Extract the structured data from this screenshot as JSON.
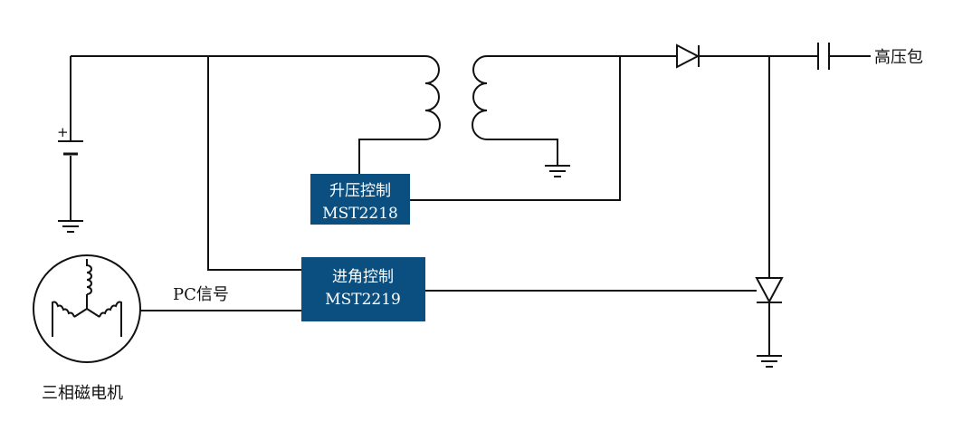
{
  "colors": {
    "box_fill": "#0a4f80",
    "wire": "#111111",
    "box_text": "#ffffff"
  },
  "labels": {
    "battery_plus": "+",
    "output": "高压包",
    "pc_signal": "PC信号",
    "motor": "三相磁电机"
  },
  "boxes": {
    "boost": {
      "title": "升压控制",
      "model": "MST2218"
    },
    "advance": {
      "title": "进角控制",
      "model": "MST2219"
    }
  },
  "components": {
    "battery": "battery-icon",
    "transformer": "transformer-icon",
    "diode": "diode-icon",
    "capacitor": "capacitor-icon",
    "scr": "thyristor-icon",
    "ground": "ground-icon",
    "motor": "three-phase-motor-icon"
  }
}
